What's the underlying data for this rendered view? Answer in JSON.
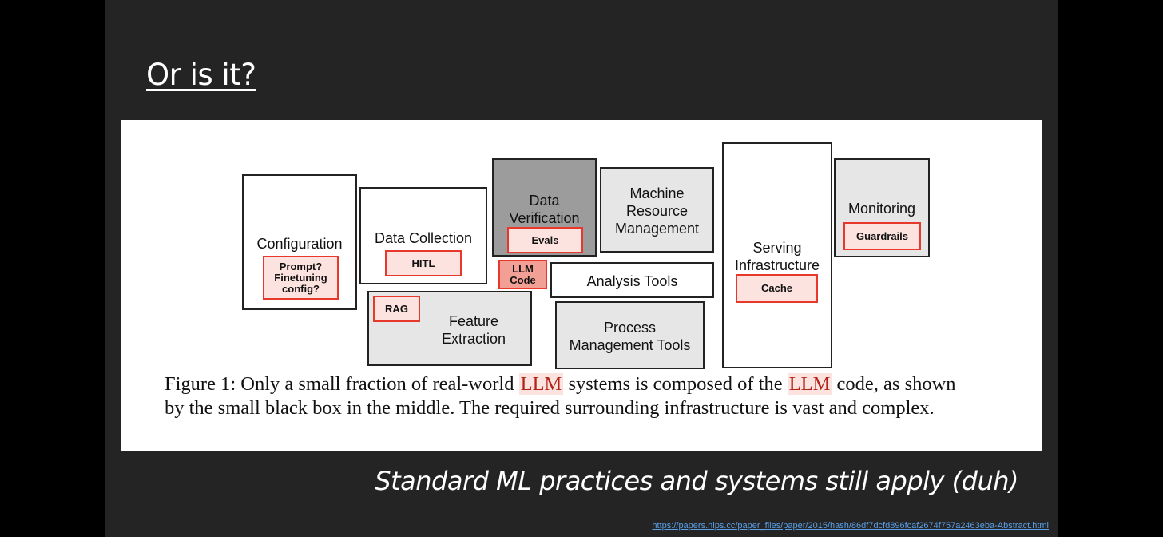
{
  "slide": {
    "title": "Or is it?",
    "footer": "Standard ML practices and systems still apply (duh)",
    "link": "https://papers.nips.cc/paper_files/paper/2015/hash/86df7dcfd896fcaf2674f757a2463eba-Abstract.html"
  },
  "diagram": {
    "configuration": {
      "label": "Configuration",
      "tag": "Prompt?\nFinetuning\nconfig?"
    },
    "data_collection": {
      "label": "Data Collection",
      "tag": "HITL"
    },
    "data_verification": {
      "label": "Data\nVerification",
      "tag": "Evals"
    },
    "llm_code": {
      "tag": "LLM\nCode"
    },
    "machine_resource": {
      "label": "Machine\nResource\nManagement"
    },
    "analysis_tools": {
      "label": "Analysis Tools"
    },
    "feature_extraction": {
      "label": "Feature\nExtraction",
      "tag": "RAG"
    },
    "process_management": {
      "label": "Process\nManagement Tools"
    },
    "serving": {
      "label": "Serving\nInfrastructure",
      "tag": "Cache"
    },
    "monitoring": {
      "label": "Monitoring",
      "tag": "Guardrails"
    }
  },
  "caption": {
    "line1_a": "Figure 1: Only a small fraction of real-world",
    "hl1": "LLM",
    "line1_b": "systems is composed of the",
    "hl2": "LLM",
    "line1_c": "code, as shown",
    "line2": "by the small black box in the middle. The required surrounding infrastructure is vast and complex."
  }
}
